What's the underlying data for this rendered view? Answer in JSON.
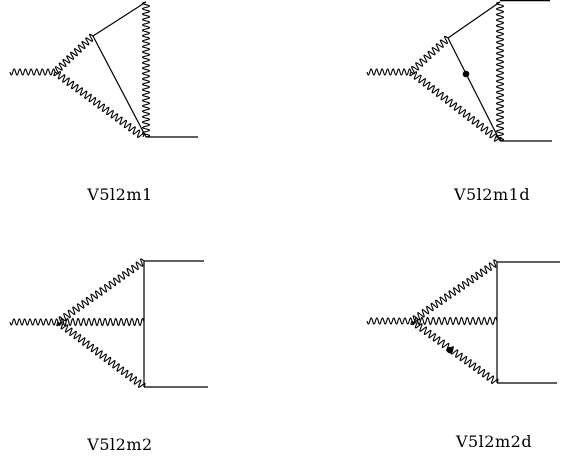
{
  "diagrams": [
    {
      "caption": "V5l2m1",
      "mass_insertion": false
    },
    {
      "caption": "V5l2m1d",
      "mass_insertion": true
    },
    {
      "caption": "V5l2m2",
      "mass_insertion": false
    },
    {
      "caption": "V5l2m2d",
      "mass_insertion": true
    }
  ],
  "colors": {
    "ink": "#000000",
    "background": "#ffffff"
  }
}
